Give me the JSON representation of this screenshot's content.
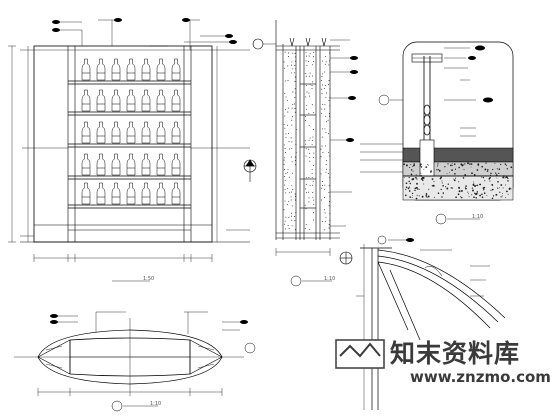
{
  "drawing": {
    "views": [
      {
        "id": "wine-cabinet-elevation",
        "scale_text": "1:50"
      },
      {
        "id": "cabinet-section",
        "scale_text": "1:10"
      },
      {
        "id": "floor-detail",
        "scale_text": "1:10"
      },
      {
        "id": "canopy-section"
      },
      {
        "id": "oval-plan",
        "scale_text": "1:10"
      }
    ]
  },
  "watermark": {
    "text_zh": "知末资料库",
    "text_en": "www.znzmo.com"
  },
  "colors": {
    "line": "#000000",
    "hatch": "#333333",
    "dim": "#222222"
  },
  "icons": [
    "leader-tag-icon",
    "section-mark-icon",
    "level-mark-icon",
    "detail-bubble-icon",
    "watermark-logo-icon"
  ]
}
